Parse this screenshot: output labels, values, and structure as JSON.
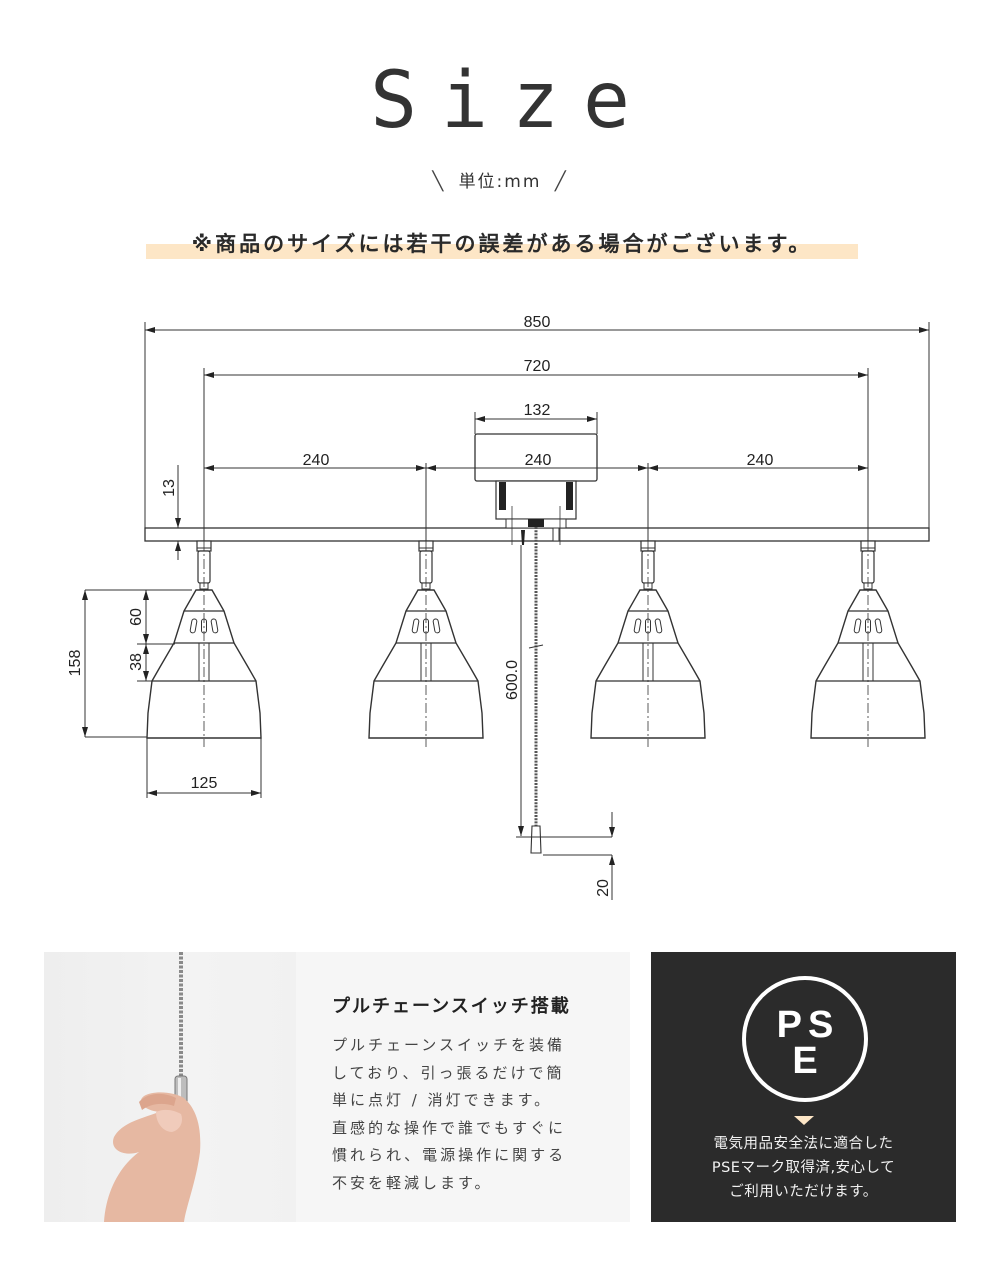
{
  "header": {
    "title": "Size",
    "unit_label": "単位:mm",
    "note": "※商品のサイズには若干の誤差がある場合がございます。"
  },
  "colors": {
    "text_dark": "#333333",
    "highlight": "#fde6c6",
    "panel_light": "#f6f6f6",
    "panel_dark": "#2b2b2b",
    "line": "#333333"
  },
  "diagram": {
    "overall_width": "850",
    "lamp_span": "720",
    "canopy_width": "132",
    "spacing_left": "240",
    "spacing_center": "240",
    "spacing_right": "240",
    "bar_height": "13",
    "shade_height": "158",
    "shade_upper": "60",
    "shade_middle": "38",
    "shade_width": "125",
    "chain_length": "600.0",
    "pull_length": "20",
    "lamp_count": 4
  },
  "feature": {
    "image_alt": "hand-pulling-chain-photo",
    "title": "プルチェーンスイッチ搭載",
    "lines": [
      "プルチェーンスイッチを装備",
      "しており、引っ張るだけで簡",
      "単に点灯 / 消灯できます。",
      "直感的な操作で誰でもすぐに",
      "慣れられ、電源操作に関する",
      "不安を軽減します。"
    ]
  },
  "pse": {
    "mark_line1": "PS",
    "mark_line2": "E",
    "lines": [
      "電気用品安全法に適合した",
      "PSEマーク取得済,安心して",
      "ご利用いただけます。"
    ]
  }
}
